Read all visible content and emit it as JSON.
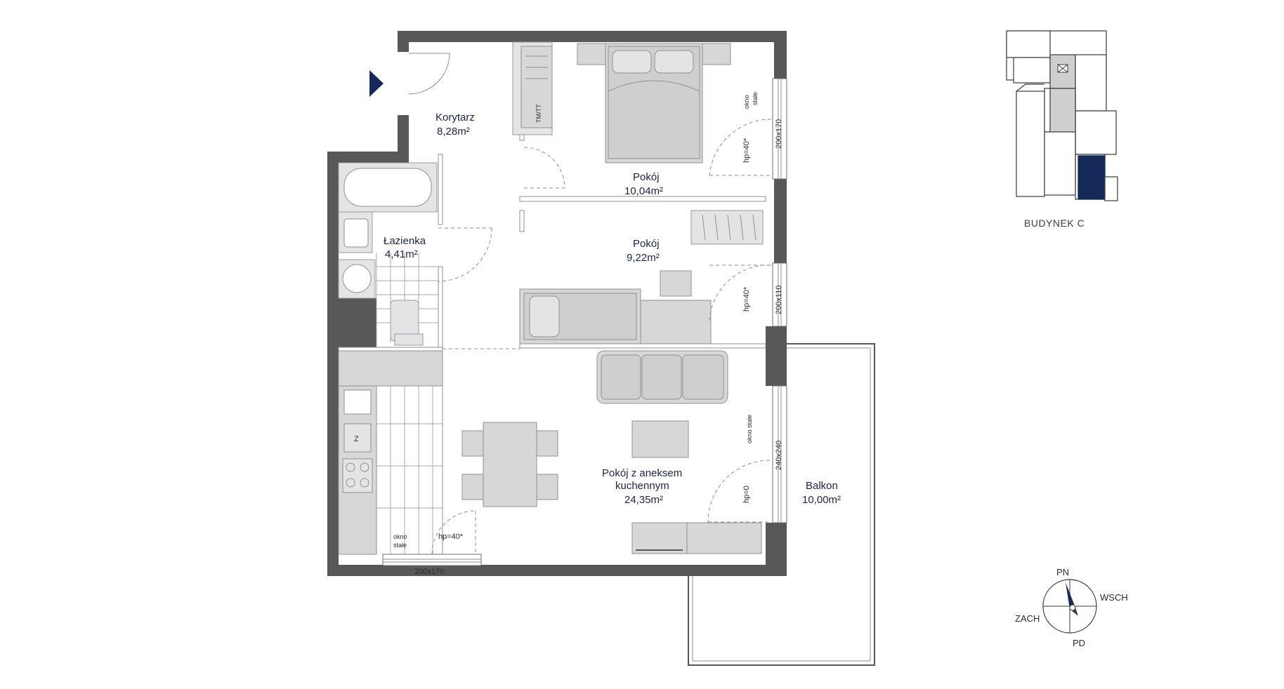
{
  "rooms": {
    "korytarz": {
      "name": "Korytarz",
      "area": "8,28m²"
    },
    "lazienka": {
      "name": "Łazienka",
      "area": "4,41m²"
    },
    "pokoj1": {
      "name": "Pokój",
      "area": "10,04m²"
    },
    "pokoj2": {
      "name": "Pokój",
      "area": "9,22m²"
    },
    "salon": {
      "name_line1": "Pokój z aneksem",
      "name_line2": "kuchennym",
      "area": "24,35m²"
    },
    "balkon": {
      "name": "Balkon",
      "area": "10,00m²"
    }
  },
  "windows": {
    "w1": {
      "type": "okno",
      "type2": "stałe",
      "size": "200x170",
      "hp": "hp=40*"
    },
    "w2": {
      "size": "200x110",
      "hp": "hp=40*"
    },
    "w3": {
      "type": "okno stałe",
      "size": "240x240",
      "hp": "hp=0"
    },
    "w4": {
      "type": "okno",
      "type2": "stałe",
      "size": "200x170",
      "hp": "hp=40*"
    }
  },
  "fixtures": {
    "wardrobe_tag": "TM/TT",
    "fridge_tag": "Z"
  },
  "site": {
    "building": "BUDYNEK C",
    "entrance_icon": "mailbox-icon"
  },
  "compass": {
    "north": "PN",
    "south": "PD",
    "east": "WSCH",
    "west": "ZACH"
  },
  "colors": {
    "wall": "#58585a",
    "accent": "#15295a",
    "furniture": "#d7d7d9"
  }
}
